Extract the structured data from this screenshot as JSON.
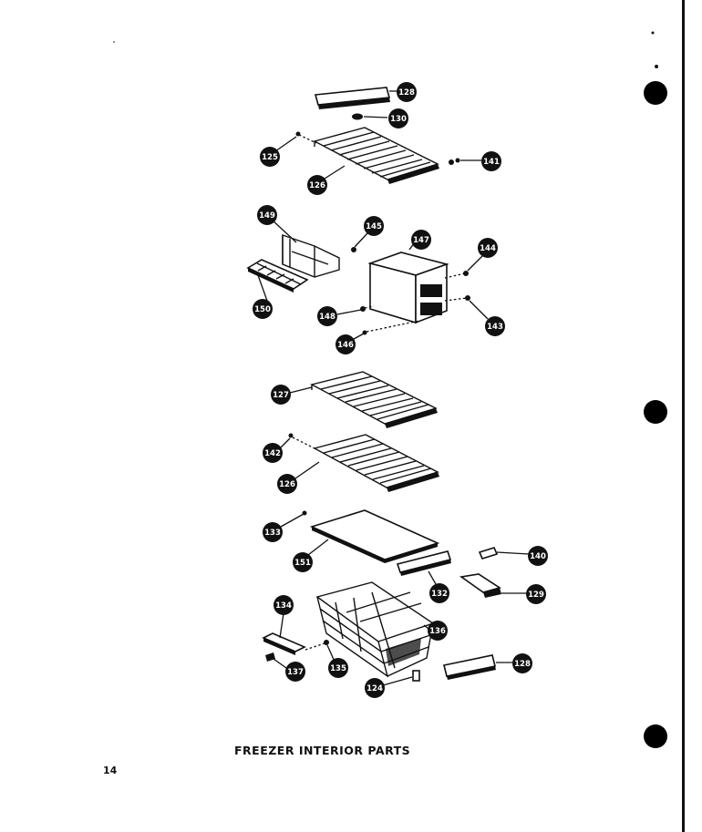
{
  "title": "FREEZER INTERIOR PARTS",
  "page_number": "14",
  "parts": [
    {
      "id": "p128a",
      "label": "128"
    },
    {
      "id": "p130",
      "label": "130"
    },
    {
      "id": "p125",
      "label": "125"
    },
    {
      "id": "p141",
      "label": "141"
    },
    {
      "id": "p126a",
      "label": "126"
    },
    {
      "id": "p149",
      "label": "149"
    },
    {
      "id": "p145",
      "label": "145"
    },
    {
      "id": "p147",
      "label": "147"
    },
    {
      "id": "p144",
      "label": "144"
    },
    {
      "id": "p150",
      "label": "150"
    },
    {
      "id": "p148",
      "label": "148"
    },
    {
      "id": "p143",
      "label": "143"
    },
    {
      "id": "p146",
      "label": "146"
    },
    {
      "id": "p127",
      "label": "127"
    },
    {
      "id": "p142",
      "label": "142"
    },
    {
      "id": "p126b",
      "label": "126"
    },
    {
      "id": "p133",
      "label": "133"
    },
    {
      "id": "p151",
      "label": "151"
    },
    {
      "id": "p140",
      "label": "140"
    },
    {
      "id": "p132",
      "label": "132"
    },
    {
      "id": "p129",
      "label": "129"
    },
    {
      "id": "p134",
      "label": "134"
    },
    {
      "id": "p136",
      "label": "136"
    },
    {
      "id": "p137",
      "label": "137"
    },
    {
      "id": "p135",
      "label": "135"
    },
    {
      "id": "p128b",
      "label": "128"
    },
    {
      "id": "p124",
      "label": "124"
    }
  ]
}
